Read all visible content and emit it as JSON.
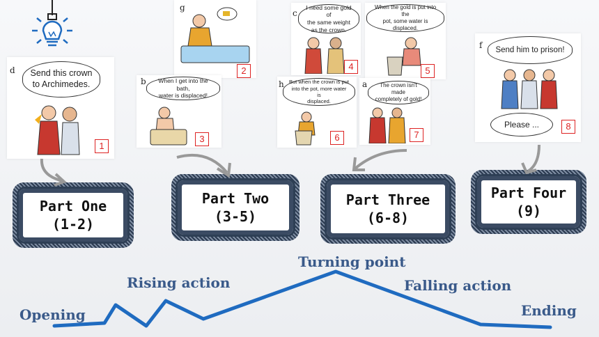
{
  "panels": [
    {
      "letter": "d",
      "bubble": "Send this crown\nto Archimedes.",
      "number": "1"
    },
    {
      "letter": "g",
      "bubble": "",
      "number": "2"
    },
    {
      "letter": "b",
      "bubble": "When I get into the bath,\nwater is displaced!",
      "number": "3"
    },
    {
      "letter": "c",
      "bubble": "I need some gold of\nthe same weight\nas the crown.",
      "number": "4"
    },
    {
      "letter": "",
      "bubble": "When the gold is put into the\npot, some water is displaced.",
      "number": "5"
    },
    {
      "letter": "h",
      "bubble": "But when the crown is put\ninto the pot, more water is\ndisplaced.",
      "number": "6"
    },
    {
      "letter": "a",
      "bubble": "The crown isn't made\ncompletely of gold!",
      "number": "7"
    },
    {
      "letter": "f",
      "bubble": "Send him to prison!",
      "bubble2": "Please ...",
      "number": "8"
    }
  ],
  "parts": [
    {
      "title": "Part One",
      "range": "(1-2)"
    },
    {
      "title": "Part Two",
      "range": "(3-5)"
    },
    {
      "title": "Part Three",
      "range": "(6-8)"
    },
    {
      "title": "Part Four",
      "range": "(9)"
    }
  ],
  "plot_stages": {
    "opening": "Opening",
    "rising": "Rising action",
    "turning": "Turning point",
    "falling": "Falling action",
    "ending": "Ending"
  },
  "colors": {
    "plot_line": "#1f6bc0",
    "label": "#3a5a8a",
    "number": "#dd2222",
    "box_border": "#2e3f55"
  },
  "icons": [
    "lightbulb-icon",
    "curved-arrow-icon"
  ]
}
